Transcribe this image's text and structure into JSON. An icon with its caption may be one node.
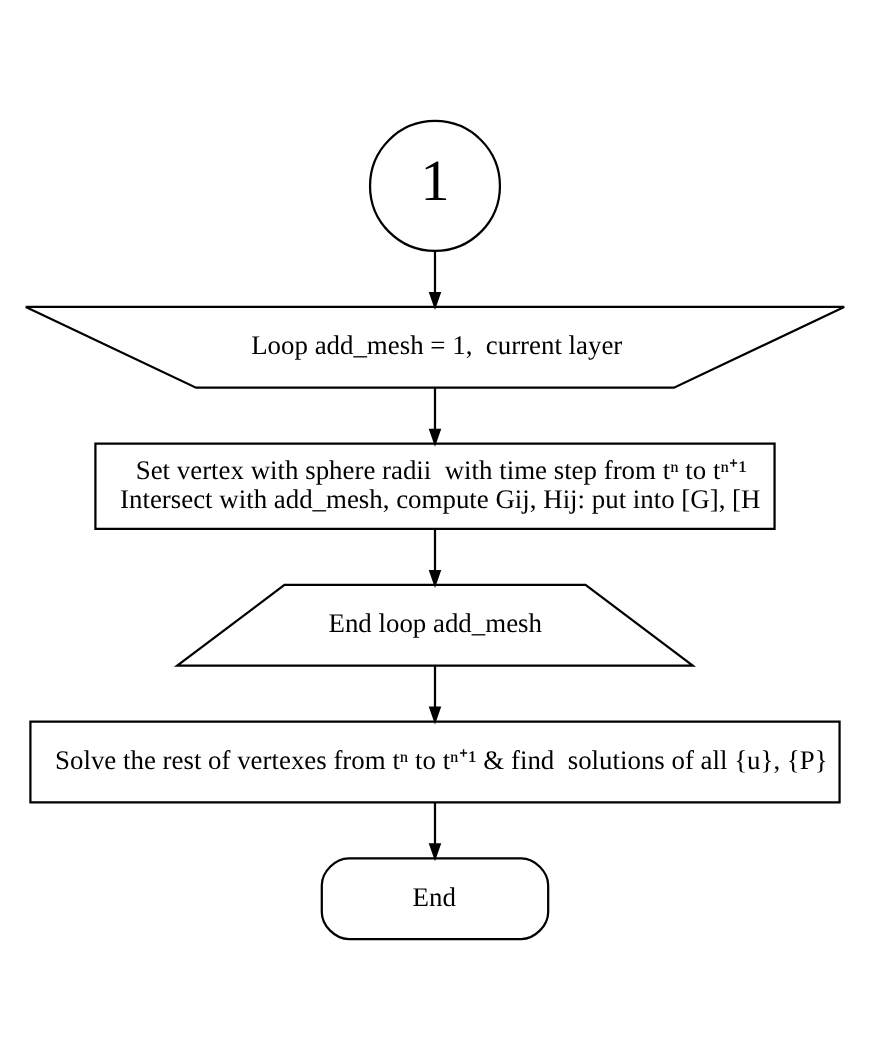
{
  "diagram": {
    "nodes": [
      {
        "text": [
          "1"
        ]
      },
      {
        "text": [
          "Loop add_mesh = 1,  current layer"
        ]
      },
      {
        "text": [
          "Set vertex with sphere radii  with time step from tⁿ to tⁿ⁺¹",
          "Intersect with add_mesh, compute Gij, Hij: put into [G], [H"
        ]
      },
      {
        "text": [
          "End loop add_mesh"
        ]
      },
      {
        "text": [
          "Solve the rest of vertexes from tⁿ to tⁿ⁺¹ & find  solutions of all {u}, {P}"
        ]
      },
      {
        "text": [
          "End"
        ]
      }
    ],
    "edges": [
      {
        "from": 0,
        "to": 1,
        "arrow": "to"
      },
      {
        "from": 1,
        "to": 2,
        "arrow": "to"
      },
      {
        "from": 2,
        "to": 3,
        "arrow": "to"
      },
      {
        "from": 3,
        "to": 4,
        "arrow": "to"
      },
      {
        "from": 4,
        "to": 5,
        "arrow": "to"
      }
    ]
  }
}
